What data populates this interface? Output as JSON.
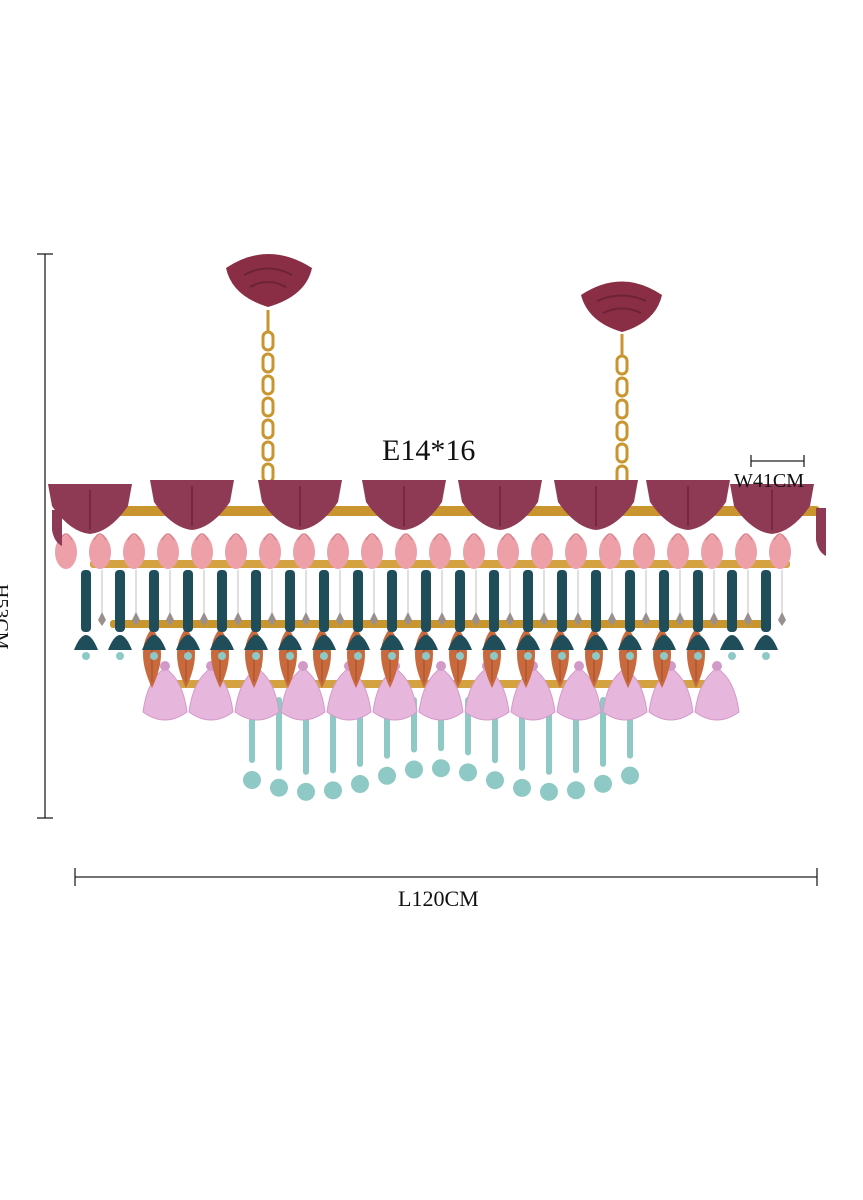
{
  "labels": {
    "length": "L120CM",
    "width": "W41CM",
    "height": "H53CM",
    "bulb": "E14*16"
  },
  "colors": {
    "canopy": "#8a2e45",
    "gold": "#c9952e",
    "shade": "#8e3a55",
    "bud": "#eea0a8",
    "teal_dark": "#1f4d5a",
    "orange": "#c8693e",
    "lilac": "#e6b6dc",
    "mint": "#8ec9c6"
  }
}
